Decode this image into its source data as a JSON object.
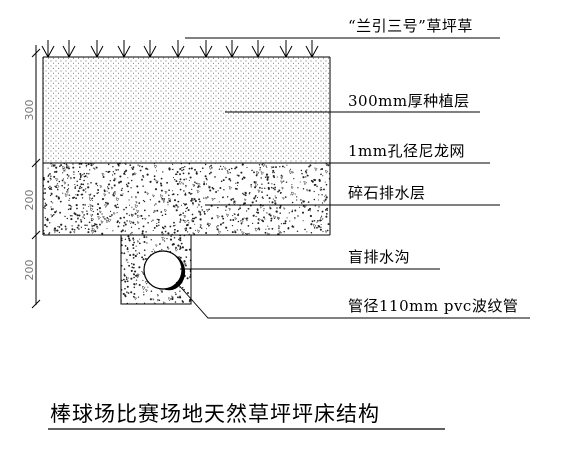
{
  "labels": [
    {
      "key": "grass",
      "text": "“兰引三号”草坪草"
    },
    {
      "key": "planting",
      "text": "300mm厚种植层"
    },
    {
      "key": "mesh",
      "text": "1mm孔径尼龙网"
    },
    {
      "key": "gravel",
      "text": "碎石排水层"
    },
    {
      "key": "ditch",
      "text": "盲排水沟"
    },
    {
      "key": "pipe",
      "text": "管径110mm pvc波纹管"
    }
  ],
  "dimensions": [
    "300",
    "200",
    "200"
  ],
  "title": "棒球场比赛场地天然草坪坪床结构",
  "colors": {
    "line": "#000000",
    "dim": "#777777",
    "stipple": "#222222"
  }
}
